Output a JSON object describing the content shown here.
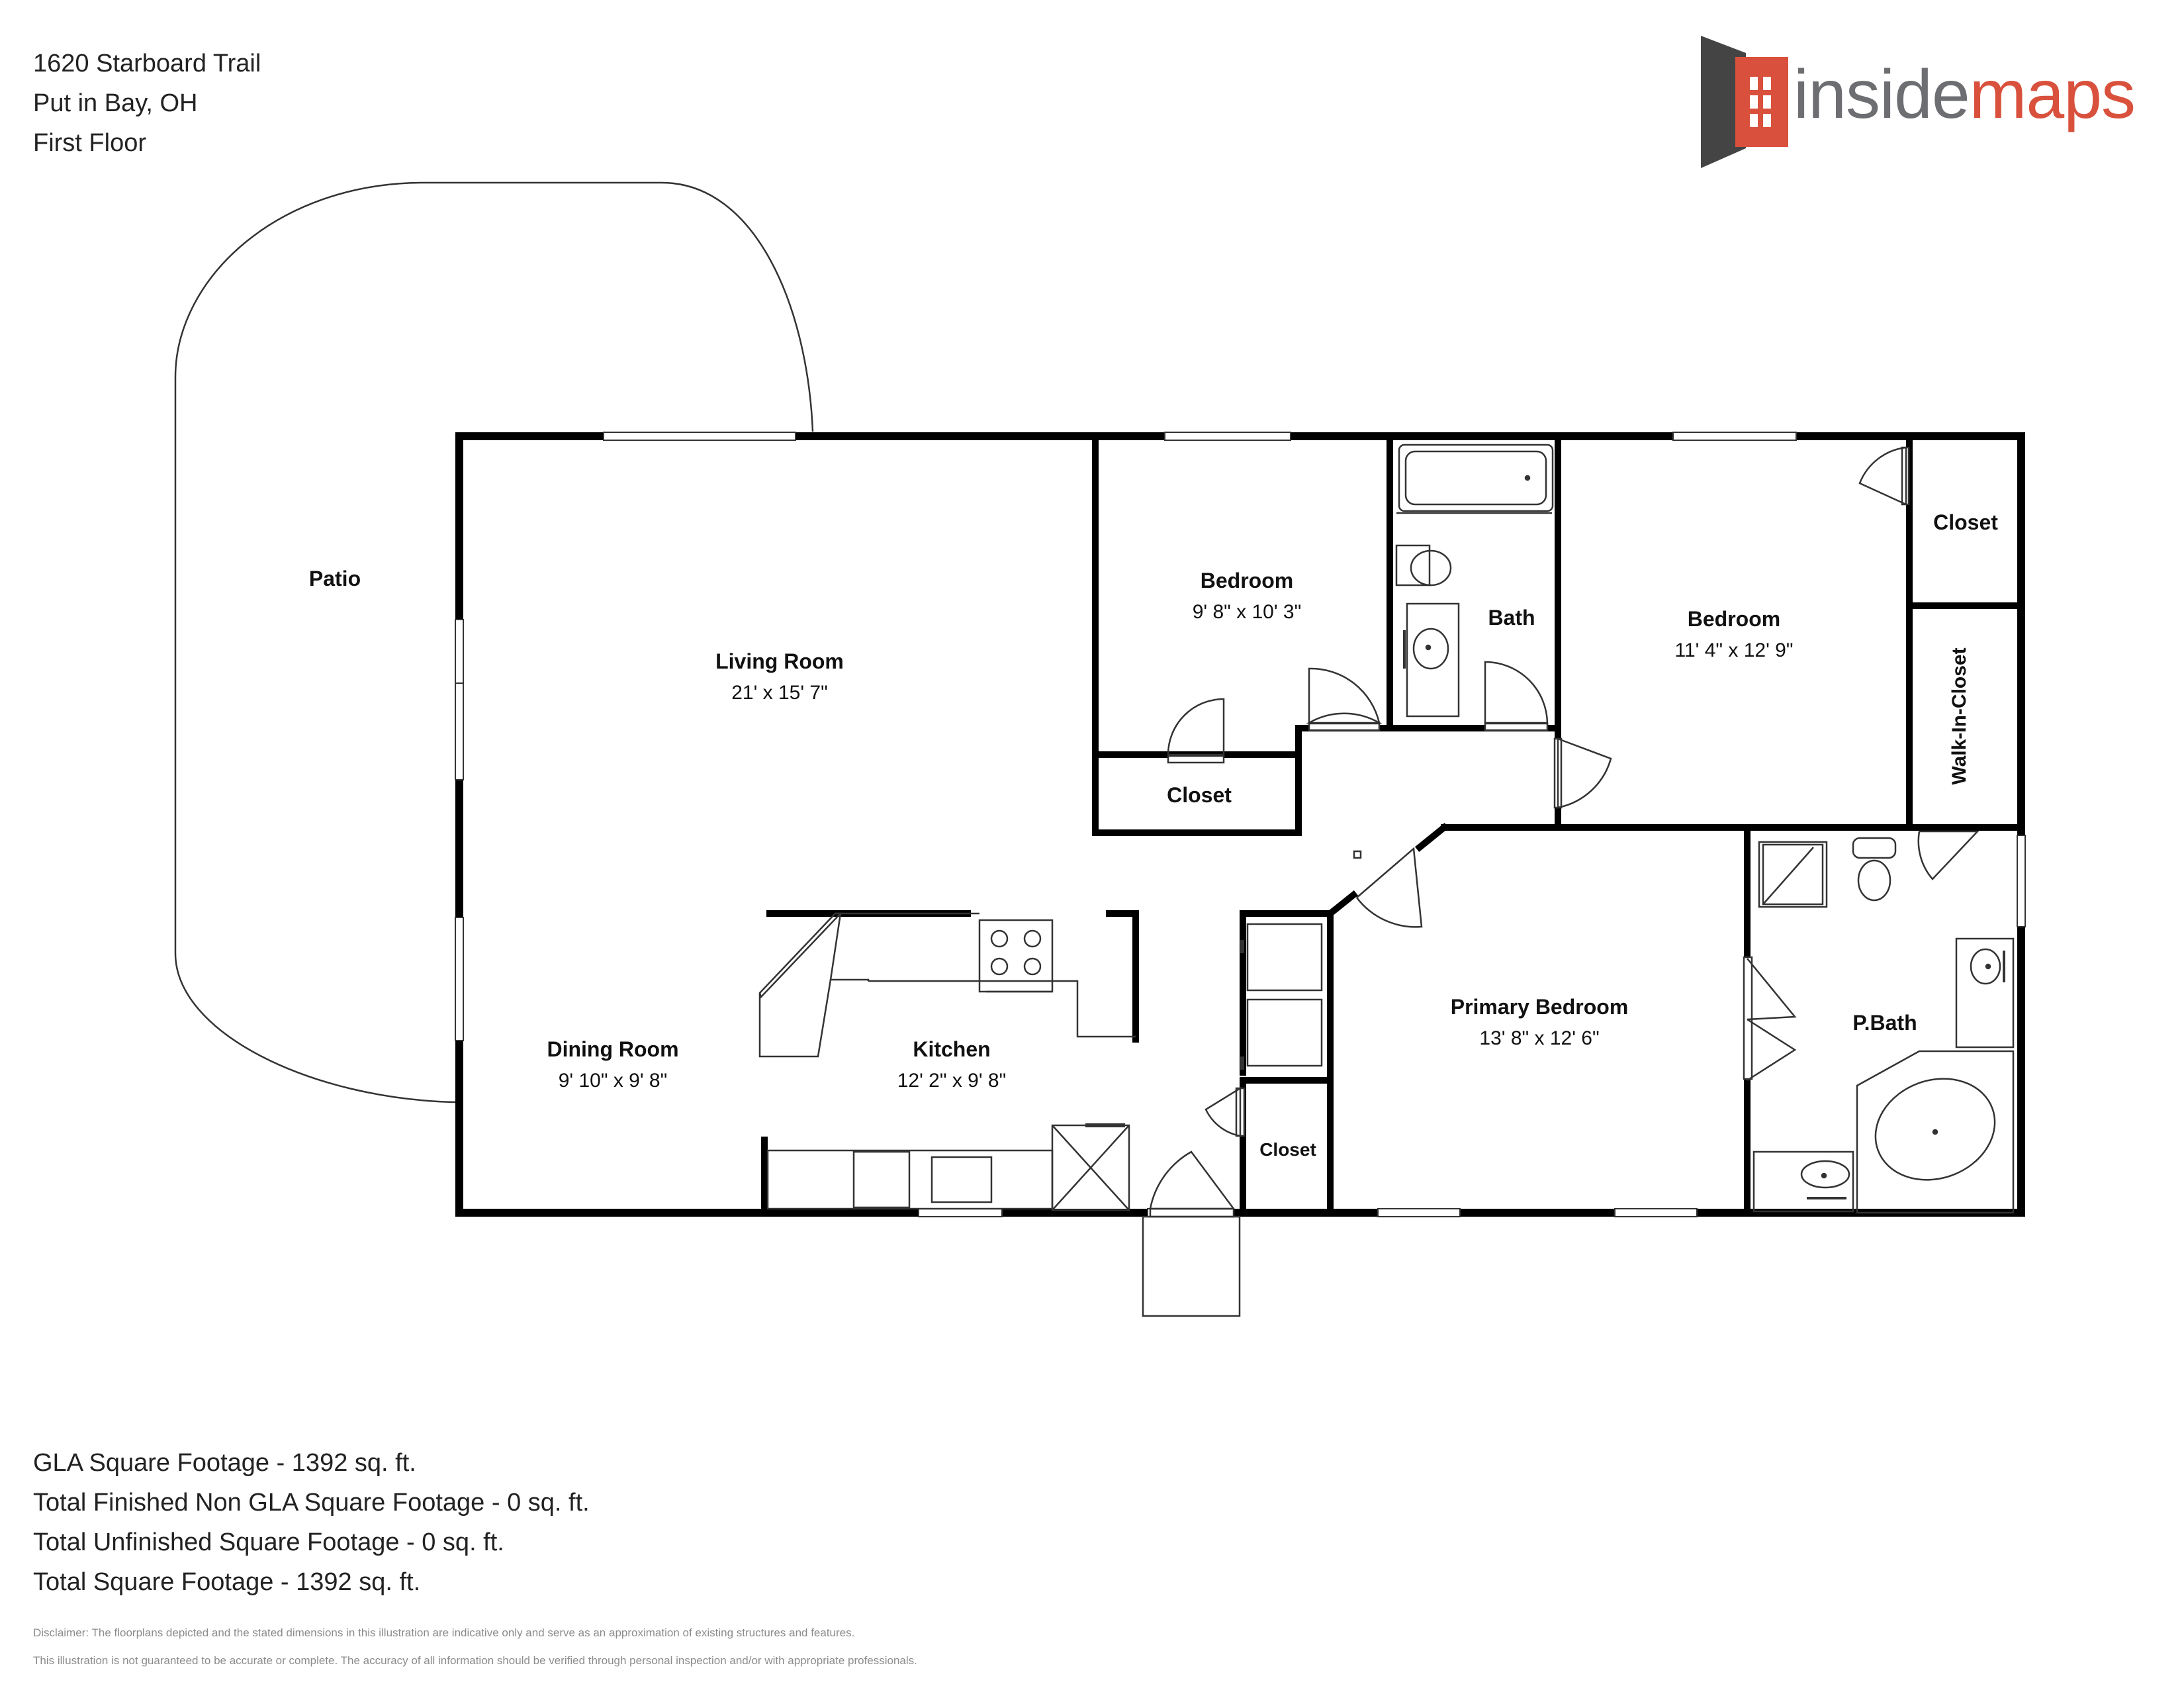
{
  "header": {
    "address_line1": "1620 Starboard Trail",
    "address_line2": "Put in Bay, OH",
    "floor": "First Floor"
  },
  "logo": {
    "text_part1": "inside",
    "text_part2": "maps",
    "color_gray": "#6d6e71",
    "color_red": "#d9513c",
    "icon": "door-icon"
  },
  "rooms": {
    "patio": {
      "name": "Patio"
    },
    "living_room": {
      "name": "Living Room",
      "dims": "21' x 15' 7\""
    },
    "bedroom1": {
      "name": "Bedroom",
      "dims": "9' 8\" x 10' 3\""
    },
    "closet1": {
      "name": "Closet"
    },
    "bath": {
      "name": "Bath"
    },
    "bedroom2": {
      "name": "Bedroom",
      "dims": "11' 4\" x 12' 9\""
    },
    "closet2": {
      "name": "Closet"
    },
    "walk_in_closet": {
      "name": "Walk-In-Closet"
    },
    "dining_room": {
      "name": "Dining Room",
      "dims": "9' 10\" x 9' 8\""
    },
    "kitchen": {
      "name": "Kitchen",
      "dims": "12' 2\" x 9' 8\""
    },
    "closet3": {
      "name": "Closet"
    },
    "primary_bedroom": {
      "name": "Primary Bedroom",
      "dims": "13' 8\" x 12' 6\""
    },
    "pbath": {
      "name": "P.Bath"
    }
  },
  "stats": {
    "gla": "GLA Square Footage - 1392 sq. ft.",
    "non_gla": "Total Finished Non GLA Square Footage - 0 sq. ft.",
    "unfinished": "Total Unfinished Square Footage - 0 sq. ft.",
    "total": "Total Square Footage - 1392 sq. ft."
  },
  "disclaimer": {
    "line1": "Disclaimer: The floorplans depicted and the stated dimensions in this illustration are indicative only and serve as an approximation of existing structures and features.",
    "line2": "This illustration is not guaranteed to be accurate or complete. The accuracy of all information should be verified through personal inspection and/or with appropriate professionals."
  }
}
